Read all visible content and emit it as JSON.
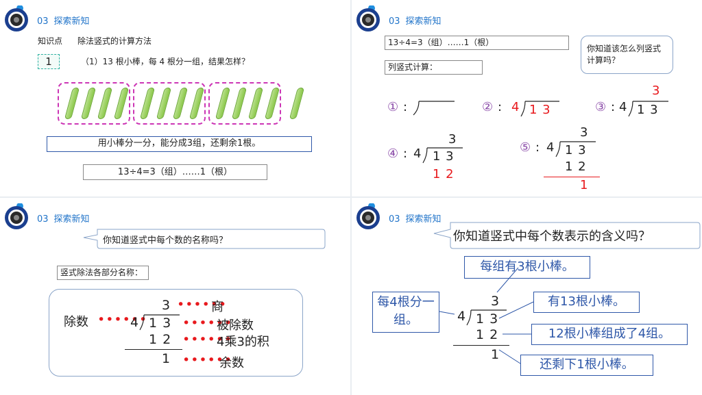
{
  "section": {
    "number": "03",
    "title": "探索新知"
  },
  "colors": {
    "accent": "#1f73c9",
    "red": "#e8191d",
    "purple": "#8a4aa8",
    "magenta": "#cc35b5",
    "navy": "#2e57a8"
  },
  "slide1": {
    "knowledge_label": "知识点",
    "knowledge_text": "除法竖式的计算方法",
    "badge": "1",
    "question": "（1）13 根小棒，每 4 根分一组，结果怎样？",
    "stick_count": 13,
    "result_text": "用小棒分一分，能分成3组，还剩余1根。",
    "equation": "13÷4=3（组）……1（根）"
  },
  "slide2": {
    "equation": "13÷4=3（组）……1（根）",
    "list_label": "列竖式计算：",
    "bubble": "你知道该怎么列竖式计算吗？",
    "steps": {
      "s1": {
        "marker": "①"
      },
      "s2": {
        "marker": "②",
        "divisor": "4",
        "dividend": "1 3"
      },
      "s3": {
        "marker": "③",
        "quotient": "3",
        "divisor": "4",
        "dividend": "1 3"
      },
      "s4": {
        "marker": "④",
        "quotient": "3",
        "divisor": "4",
        "dividend": "1 3",
        "product": "1 2"
      },
      "s5": {
        "marker": "⑤",
        "quotient": "3",
        "divisor": "4",
        "dividend": "1 3",
        "product": "1 2",
        "remainder": "1"
      }
    }
  },
  "slide3": {
    "bubble": "你知道竖式中每个数的名称吗？",
    "parts_label": "竖式除法各部分名称：",
    "quotient": "3",
    "divisor": "4",
    "dividend": "1 3",
    "product": "1 2",
    "remainder": "1",
    "names": {
      "quotient": "商",
      "divisor": "除数",
      "dividend": "被除数",
      "product": "4乘3的积",
      "remainder": "余数"
    }
  },
  "slide4": {
    "bubble": "你知道竖式中每个数表示的含义吗？",
    "quotient": "3",
    "divisor": "4",
    "dividend": "1 3",
    "product": "1 2",
    "remainder": "1",
    "labels": {
      "quotient": "每组有3根小棒。",
      "divisor": "每4根分一组。",
      "dividend": "有13根小棒。",
      "product": "12根小棒组成了4组。",
      "remainder": "还剩下1根小棒。"
    }
  }
}
